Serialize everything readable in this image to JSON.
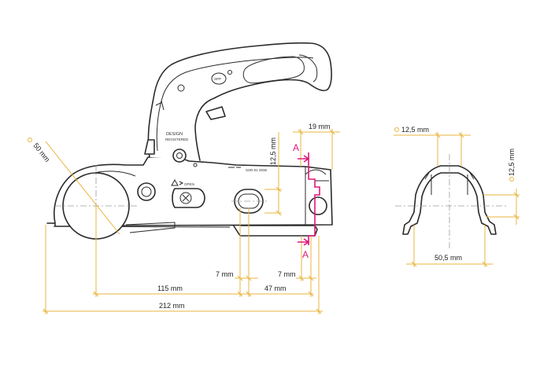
{
  "colors": {
    "dimension": "#e9b43c",
    "section": "#e0177b",
    "outline": "#2a2a2a"
  },
  "side_view": {
    "dimensions": {
      "top_width": "19 mm",
      "slot_height": "12,5 mm",
      "ball_diameter": "50 mm",
      "slot_width_left": "7 mm",
      "slot_width_right": "7 mm",
      "ball_to_slot": "115 mm",
      "slot_to_end": "47 mm",
      "overall_length": "212 mm"
    },
    "labels": {
      "design": "DESIGN",
      "registered": "REGISTERED",
      "open": "OPEN",
      "part_number": "SSR-01 0036",
      "logo": "SPP"
    },
    "section_marks": [
      "A",
      "A"
    ]
  },
  "section_view": {
    "dimensions": {
      "top_diameter": "12,5 mm",
      "side_diameter": "12,5 mm",
      "inner_width": "50,5 mm"
    }
  }
}
